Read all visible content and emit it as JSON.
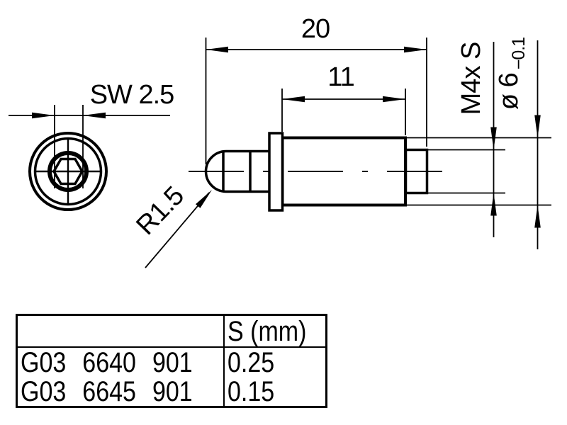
{
  "drawing": {
    "labels": {
      "total_length": "20",
      "body_length": "11",
      "wrench_size": "SW 2.5",
      "tip_radius": "R1.5",
      "thread": "M4x S",
      "diameter": "ø 6",
      "diameter_tolerance": "−0.1"
    }
  },
  "table": {
    "columns": {
      "part_number": "",
      "s_value": "S (mm)"
    },
    "rows": [
      {
        "part_number": "G03 6640 901",
        "s_value": "0.25"
      },
      {
        "part_number": "G03 6645 901",
        "s_value": "0.15"
      }
    ]
  },
  "colors": {
    "ink": "#000000",
    "paper": "#ffffff"
  }
}
